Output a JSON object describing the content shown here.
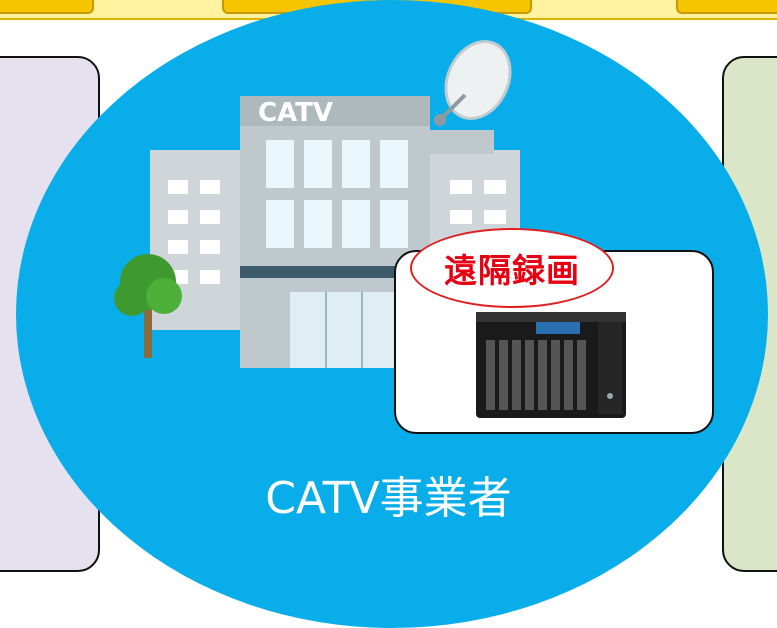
{
  "diagram": {
    "building_sign": "CATV",
    "recording_badge": "遠隔録画",
    "operator_label": "CATV事業者"
  },
  "colors": {
    "ellipse": "#08adea",
    "left_panel": "#e5e1ee",
    "right_panel": "#dbe6c8",
    "badge_text": "#e60012",
    "top_strip": "#fff3a0",
    "tab": "#f7c400"
  },
  "icons": [
    "building-icon",
    "satellite-dish-icon",
    "tree-icon",
    "nas-recorder-icon"
  ]
}
